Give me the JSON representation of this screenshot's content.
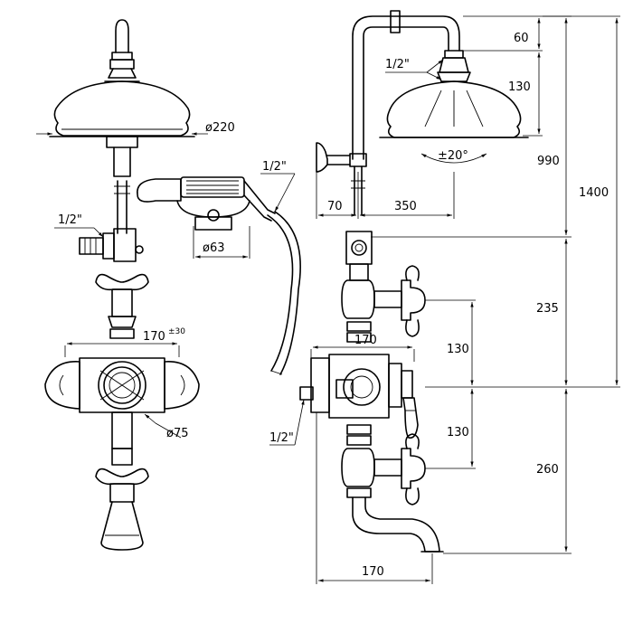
{
  "front_view": {
    "head_diameter": "ø220",
    "inlet_thread": "1/2\"",
    "centres": "170",
    "centres_tolerance": "±30",
    "escutcheon_diameter": "ø75"
  },
  "handshower": {
    "hose_thread": "1/2\"",
    "holder_diameter": "ø63"
  },
  "side_view": {
    "arm_thread": "1/2\"",
    "spray_angle": "±20°",
    "wall_offset": "70",
    "arm_projection": "350",
    "head_top": "60",
    "head_height": "130",
    "head_to_outlet": "990",
    "overall_height": "1400",
    "outlet_to_centre": "235",
    "upper_handle": "130",
    "lower_handle": "130",
    "centre_to_bottom": "260",
    "body_width": "170",
    "outlet_thread": "1/2\"",
    "spout_reach": "170"
  }
}
